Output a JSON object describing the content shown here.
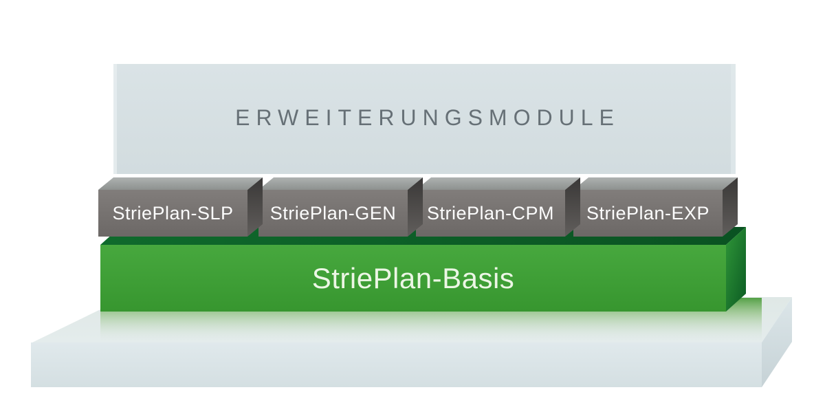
{
  "diagram": {
    "header": {
      "title": "ERWEITERUNGSMODULE"
    },
    "modules": [
      {
        "label": "StriePlan-SLP"
      },
      {
        "label": "StriePlan-GEN"
      },
      {
        "label": "StriePlan-CPM"
      },
      {
        "label": "StriePlan-EXP"
      }
    ],
    "base": {
      "label": "StriePlan-Basis"
    },
    "colors": {
      "panel_background": "#d6dfe2",
      "title_text": "#667076",
      "module_front": "#76726f",
      "module_top": "#9da1a0",
      "module_side": "#4a4846",
      "module_text": "#fcfcfc",
      "base_front": "#3fa037",
      "base_top_edge": "#0d5f28",
      "base_side": "#1f7c2c",
      "base_text": "#ecf6e5",
      "platform_front": "#dae4e7",
      "platform_top": "#e2eae8",
      "platform_reflection": "#8fc07f"
    }
  }
}
